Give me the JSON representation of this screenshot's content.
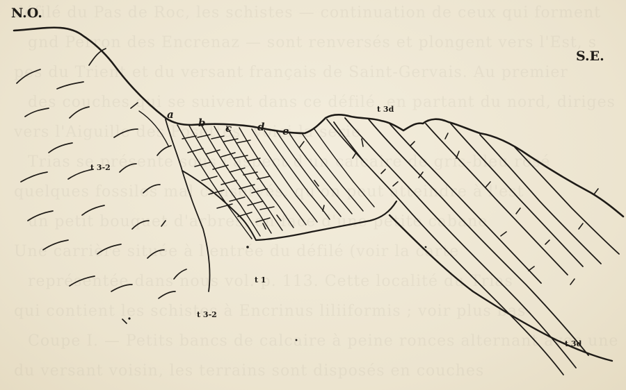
{
  "bleed_through": [
    "défilé du Pas de Roc, les schistes — continuation de ceux qui forment",
    "gnd Perron des Encrenaz — sont renversés et plongent vers l'Est, s",
    "pes du Trient et du versant français de Saint-Gervais. Au premier",
    "des couches qui se suivent dans ce défilé, en partant du nord, diriges",
    "vers l'Aiguille des Posettes. Voici la série",
    "Trias se présente sous l'aspect d'un calcaire de gris-bleu rosé",
    "quelques fossiles mal conservés, qu'on peut atteindre à l'est",
    "un petit bouquet d'arbres, en face d'une petite cabane",
    "Une carrière située à l'entrée du défilé (voir la carte",
    "représentée dans nous vol. p. 113. Cette localité du Trias",
    "qui contient les schistes à Encrinus liliiformis ; voir plus bas",
    "Coupe I. — Petits bancs de calcaire à peine ronces alternant avec une",
    "du versant voisin, les terrains sont disposés en couches"
  ],
  "diagram": {
    "orientation_left": "N.O.",
    "orientation_right": "S.E.",
    "bed_letters": [
      "a",
      "b",
      "c",
      "d",
      "e"
    ],
    "unit_labels": {
      "t3_2_upper": "t 3-2",
      "t3_2_lower": "t 3-2",
      "t3d_top": "t 3d",
      "t3d_bottom": "t 3d",
      "t1": "t 1"
    },
    "colors": {
      "ink": "#1e1b17",
      "paper": "#efe8d6"
    }
  }
}
